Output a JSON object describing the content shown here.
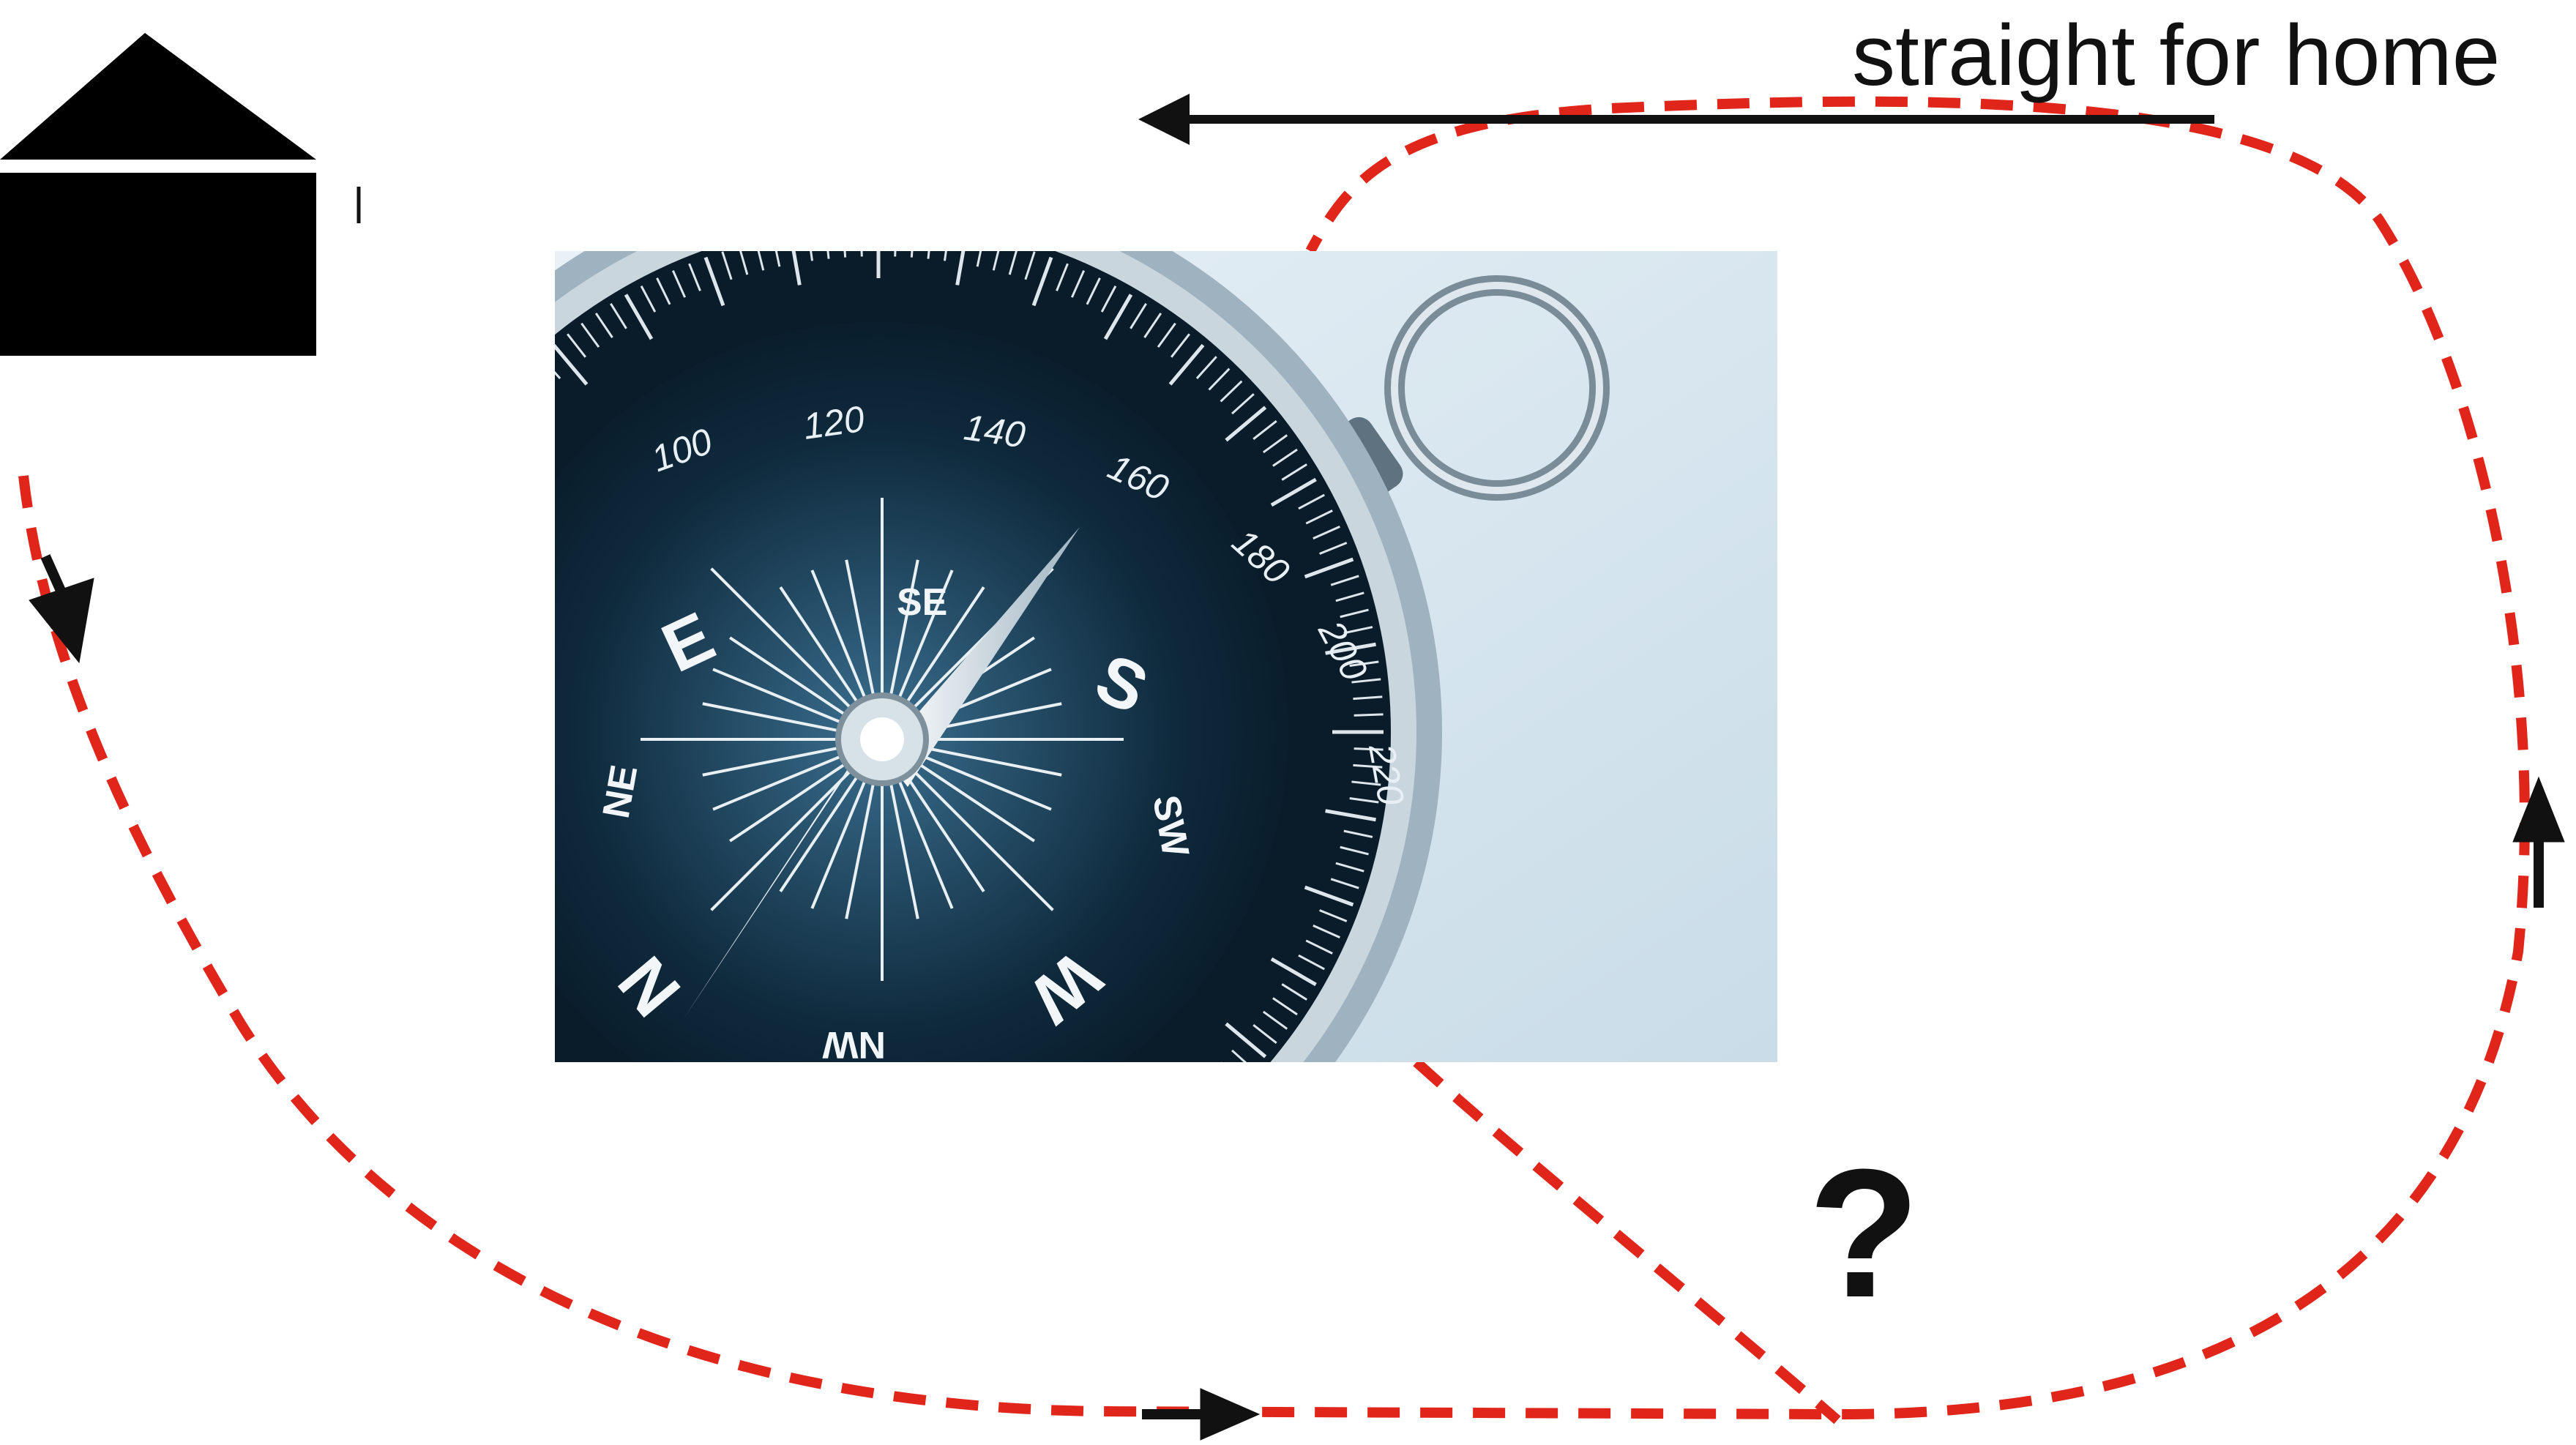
{
  "diagram": {
    "caption": "straight for home",
    "question_mark": "?",
    "colors": {
      "path": "#e0251b",
      "arrow": "#111111",
      "house": "#000000",
      "compass_bg": "#dbe9f2",
      "compass_dial": "#0d2233",
      "compass_rim": "#b8c6cf"
    },
    "icons": [
      "house-icon",
      "compass-image",
      "arrow-icon"
    ],
    "compass": {
      "degree_labels": [
        "100",
        "120",
        "140",
        "160",
        "180",
        "200",
        "220"
      ],
      "direction_labels": [
        "SE",
        "E",
        "S",
        "NE",
        "SW",
        "N",
        "W",
        "NW"
      ]
    }
  }
}
